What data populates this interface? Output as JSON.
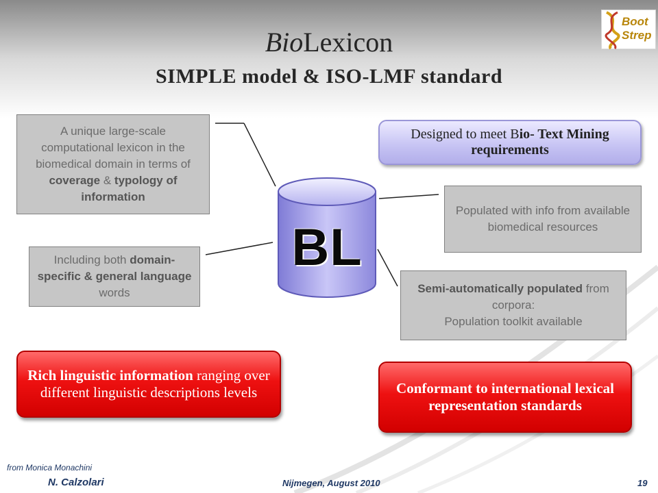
{
  "title": {
    "italic_part": "Bio",
    "rest": "Lexicon",
    "subtitle": "SIMPLE model & ISO-LMF standard"
  },
  "logo": {
    "line1": "Boot",
    "line2": "Strep"
  },
  "center": {
    "label": "BL"
  },
  "boxes": {
    "top_left": {
      "t1": "A unique large-scale computational lexicon in the biomedical domain in terms of ",
      "b1": "coverage",
      "t2": " & ",
      "b2": "typology of information"
    },
    "mid_left": {
      "t1": "Including both ",
      "b1": "domain-specific & general language",
      "t2": " words"
    },
    "top_right": {
      "t1": "Designed to meet B",
      "b1": "io- Text Mining requirements"
    },
    "mid_right": {
      "text": "Populated with info from available biomedical resources"
    },
    "lower_right": {
      "b1": "Semi-automatically populated",
      "t1": " from corpora:",
      "t2": "Population toolkit available"
    },
    "bottom_left": {
      "b1": "Rich linguistic information",
      "t1": " ranging over different linguistic descriptions levels"
    },
    "bottom_right": {
      "b1": "Conformant to international lexical representation standards"
    }
  },
  "footer": {
    "source": "from Monica Monachini",
    "author": "N. Calzolari",
    "place": "Nijmegen, August 2010",
    "page": "19"
  }
}
